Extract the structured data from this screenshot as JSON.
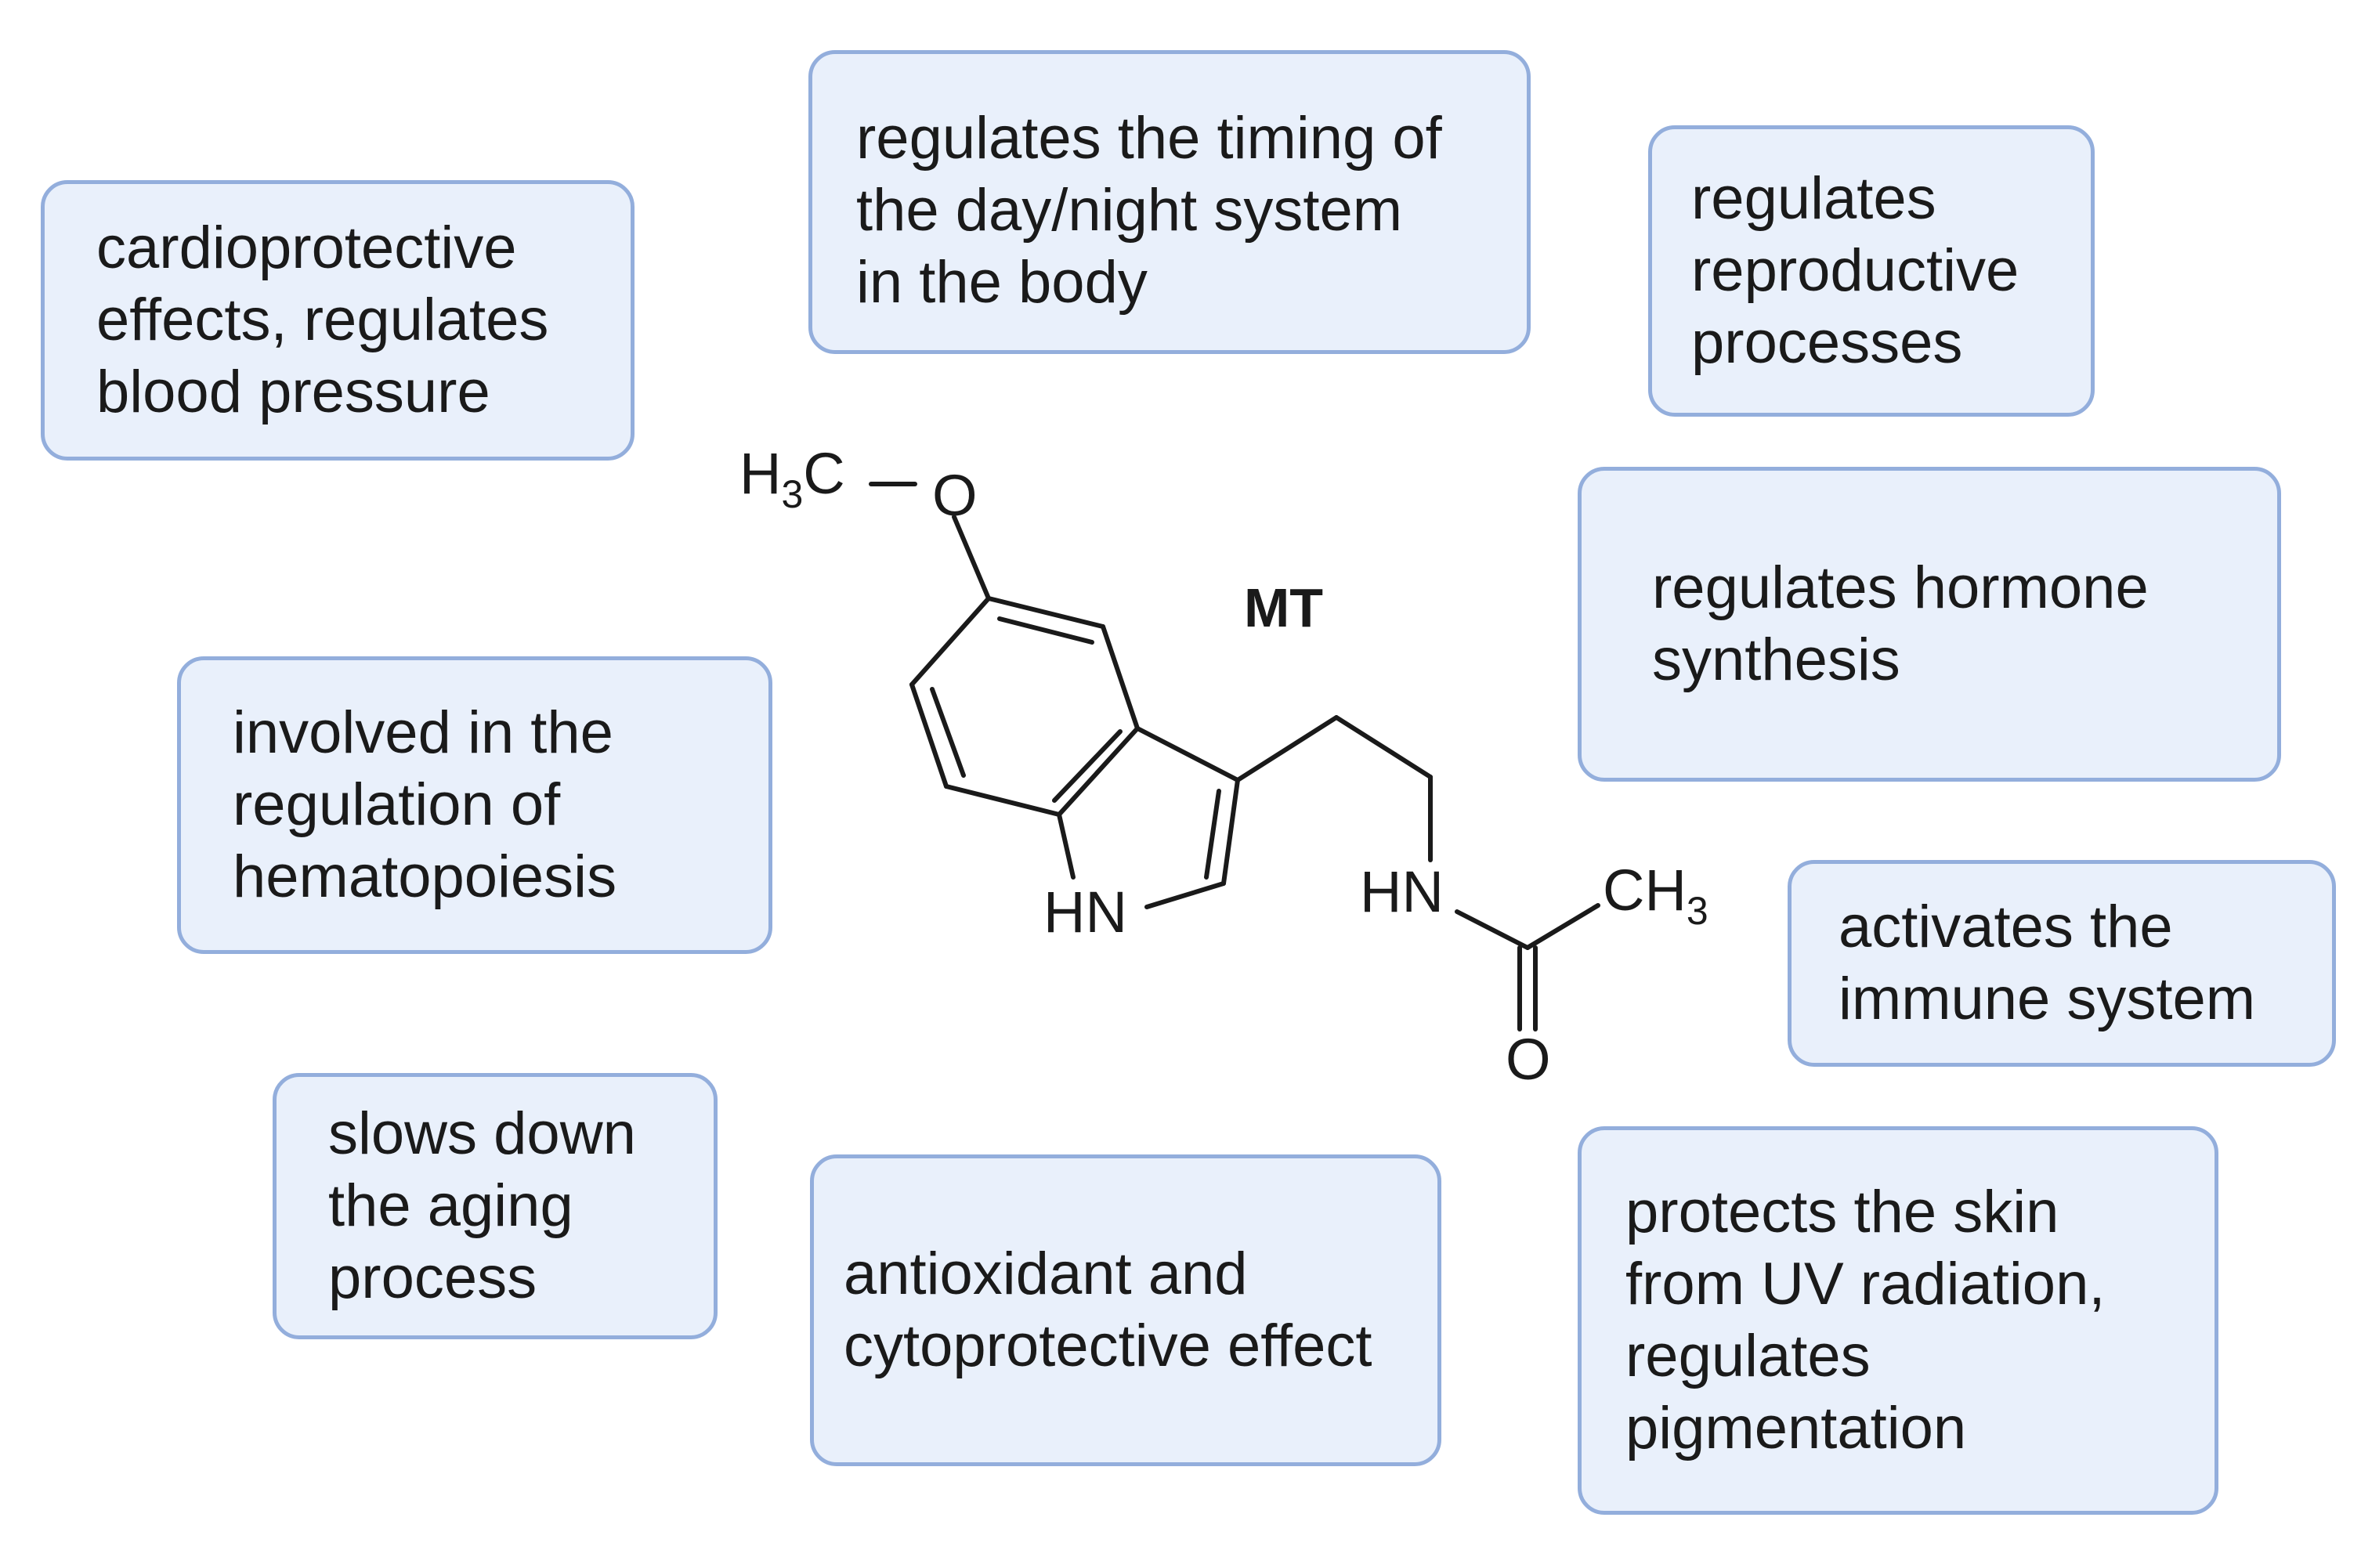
{
  "boxes": {
    "cardio": "cardioprotective\neffects, regulates\nblood pressure",
    "timing": "regulates the timing of\nthe day/night system\nin the body",
    "repro": "regulates\nreproductive\nprocesses",
    "hormone": "regulates hormone\nsynthesis",
    "hemato": "involved in the\nregulation of\nhematopoiesis",
    "immune": "activates the\nimmune system",
    "aging": "slows down\nthe aging\nprocess",
    "antiox": "antioxidant and\ncytoprotective effect",
    "skin": "protects the skin\nfrom UV radiation,\nregulates\npigmentation"
  },
  "molecule": {
    "label": "MT",
    "methyl_left": "H",
    "methyl_left_sub": "3",
    "methyl_left_c": "C",
    "ether_o": "O",
    "ring_nh": "HN",
    "amide_nh": "HN",
    "methyl_right": "CH",
    "methyl_right_sub": "3",
    "carbonyl_o": "O"
  },
  "colors": {
    "box_fill": "#e9f0fb",
    "box_border": "#93aedc",
    "text": "#1a1a1a"
  }
}
